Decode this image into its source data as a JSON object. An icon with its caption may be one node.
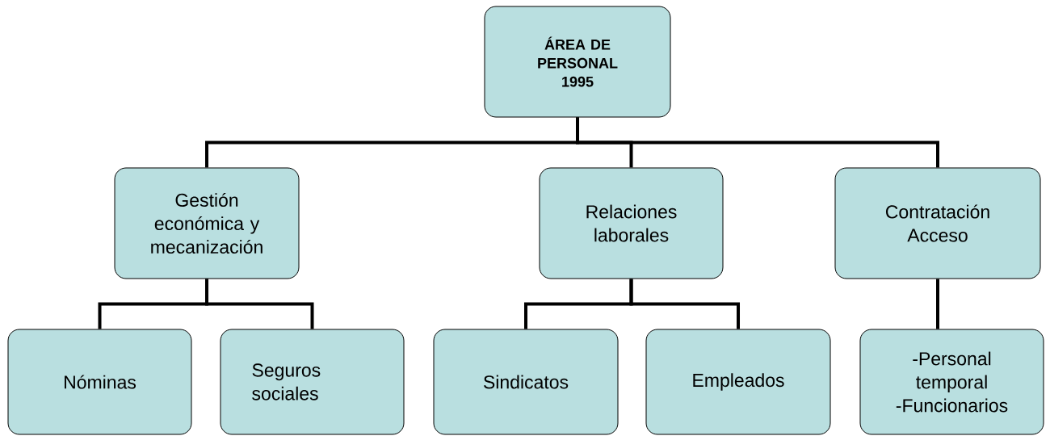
{
  "diagram": {
    "nodes": [
      {
        "text": [
          "ÁREA DE PERSONAL 1995"
        ]
      },
      {
        "text": [
          "Gestión económica y mecanización"
        ]
      },
      {
        "text": [
          "Relaciones laborales"
        ]
      },
      {
        "text": [
          "Contratación Acceso"
        ]
      },
      {
        "text": [
          "Nóminas"
        ]
      },
      {
        "text": [
          "Seguros sociales"
        ]
      },
      {
        "text": [
          "Sindicatos"
        ]
      },
      {
        "text": [
          "Empleados"
        ]
      },
      {
        "text": [
          "-Personal temporal -Funcionarios"
        ]
      }
    ],
    "edges": [
      {
        "from": 0,
        "to": 1,
        "arrow": "none"
      },
      {
        "from": 0,
        "to": 2,
        "arrow": "none"
      },
      {
        "from": 0,
        "to": 3,
        "arrow": "none"
      },
      {
        "from": 1,
        "to": 4,
        "arrow": "none"
      },
      {
        "from": 1,
        "to": 5,
        "arrow": "none"
      },
      {
        "from": 2,
        "to": 6,
        "arrow": "none"
      },
      {
        "from": 2,
        "to": 7,
        "arrow": "none"
      },
      {
        "from": 3,
        "to": 8,
        "arrow": "none"
      }
    ]
  }
}
